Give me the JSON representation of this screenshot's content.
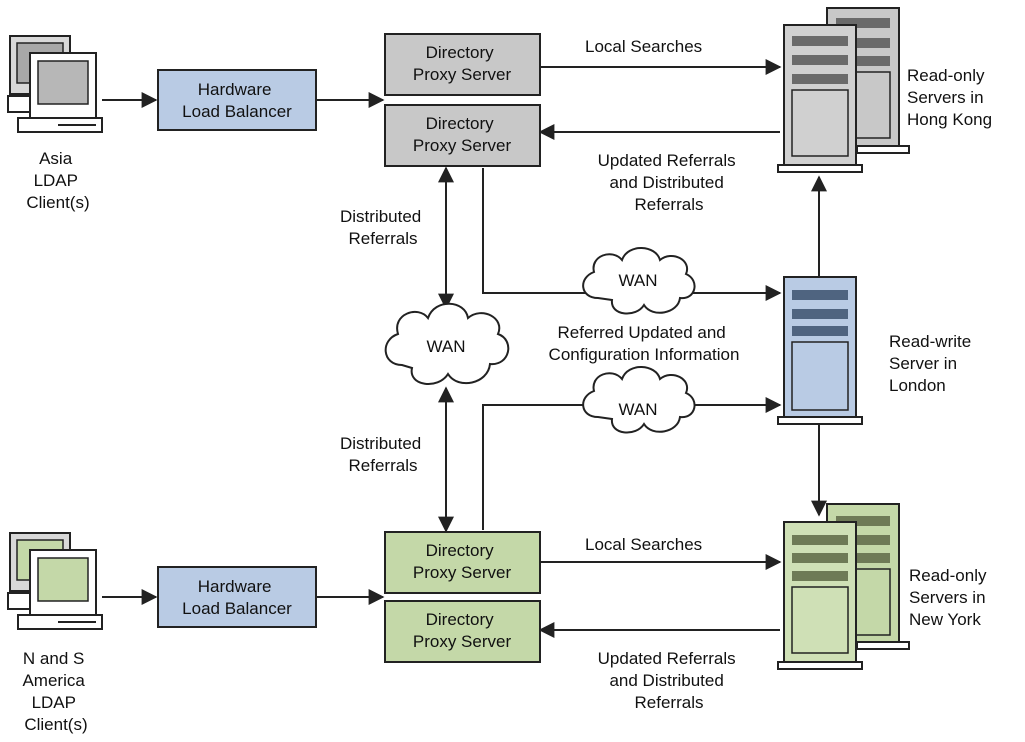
{
  "colors": {
    "asia_fill": "#c8c8c8",
    "americas_fill": "#c4d8a8",
    "london_fill": "#b9cbe4",
    "balancer_fill": "#b9cbe4",
    "line": "#222222"
  },
  "asia": {
    "client_lines": [
      "Asia",
      "LDAP",
      "Client(s)"
    ],
    "balancer_lines": [
      "Hardware",
      "Load Balancer"
    ],
    "proxy_top_lines": [
      "Directory",
      "Proxy Server"
    ],
    "proxy_bottom_lines": [
      "Directory",
      "Proxy Server"
    ],
    "local_searches": "Local Searches",
    "updated_lines": [
      "Updated Referrals",
      "and Distributed",
      "Referrals"
    ],
    "servers_lines": [
      "Read-only",
      "Servers in",
      "Hong Kong"
    ]
  },
  "center": {
    "distributed_top_lines": [
      "Distributed",
      "Referrals"
    ],
    "distributed_bottom_lines": [
      "Distributed",
      "Referrals"
    ],
    "wan_center": "WAN",
    "wan_upper": "WAN",
    "wan_lower": "WAN",
    "referred_lines": [
      "Referred Updated and",
      "Configuration Information"
    ],
    "london_lines": [
      "Read-write",
      "Server in",
      "London"
    ]
  },
  "americas": {
    "client_lines": [
      "N and S",
      "America",
      "LDAP",
      "Client(s)"
    ],
    "balancer_lines": [
      "Hardware",
      "Load Balancer"
    ],
    "proxy_top_lines": [
      "Directory",
      "Proxy Server"
    ],
    "proxy_bottom_lines": [
      "Directory",
      "Proxy Server"
    ],
    "local_searches": "Local Searches",
    "updated_lines": [
      "Updated Referrals",
      "and Distributed",
      "Referrals"
    ],
    "servers_lines": [
      "Read-only",
      "Servers in",
      "New York"
    ]
  }
}
